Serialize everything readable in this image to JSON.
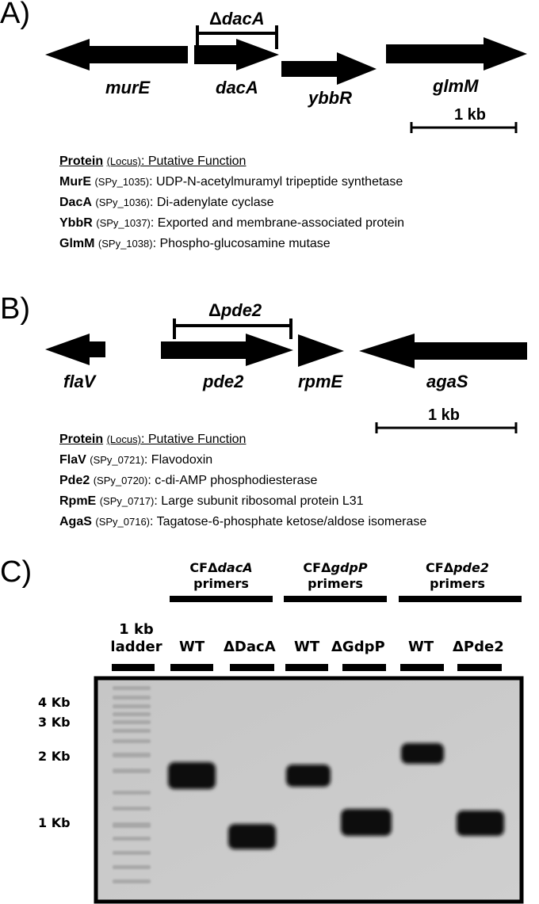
{
  "panelA": {
    "letter": "A)",
    "genes": [
      "murE",
      "dacA",
      "ybbR",
      "glmM"
    ],
    "deletion_prefix": "Δ",
    "deletion_gene": "dacA",
    "scale_label": "1 kb",
    "legend": {
      "header_bold": "Protein",
      "header_locus": "(Locus)",
      "header_rest": ": Putative Function",
      "rows": [
        {
          "protein": "MurE",
          "locus": "(SPy_1035)",
          "function": ": UDP-N-acetylmuramyl tripeptide synthetase"
        },
        {
          "protein": "DacA",
          "locus": "(SPy_1036)",
          "function": ": Di-adenylate cyclase"
        },
        {
          "protein": "YbbR",
          "locus": "(SPy_1037)",
          "function": ": Exported and membrane-associated protein"
        },
        {
          "protein": "GlmM",
          "locus": "(SPy_1038)",
          "function": ": Phospho-glucosamine mutase"
        }
      ]
    }
  },
  "panelB": {
    "letter": "B)",
    "genes": [
      "flaV",
      "pde2",
      "rpmE",
      "agaS"
    ],
    "deletion_prefix": "Δ",
    "deletion_gene": "pde2",
    "scale_label": "1 kb",
    "legend": {
      "header_bold": "Protein",
      "header_locus": "(Locus)",
      "header_rest": ": Putative Function",
      "rows": [
        {
          "protein": "FlaV",
          "locus": "(SPy_0721)",
          "function": ": Flavodoxin"
        },
        {
          "protein": "Pde2",
          "locus": "(SPy_0720)",
          "function": ": c-di-AMP phosphodiesterase"
        },
        {
          "protein": "RpmE",
          "locus": "(SPy_0717)",
          "function": ": Large subunit ribosomal protein L31"
        },
        {
          "protein": "AgaS",
          "locus": "(SPy_0716)",
          "function": ": Tagatose-6-phosphate ketose/aldose isomerase"
        }
      ]
    }
  },
  "panelC": {
    "letter": "C)",
    "primer_groups": [
      {
        "prefix": "CFΔ",
        "gene": "dacA",
        "suffix": "primers"
      },
      {
        "prefix": "CFΔ",
        "gene": "gdpP",
        "suffix": "primers"
      },
      {
        "prefix": "CFΔ",
        "gene": "pde2",
        "suffix": "primers"
      }
    ],
    "ladder_label_1": "1 kb",
    "ladder_label_2": "ladder",
    "lanes": [
      "WT",
      "ΔDacA",
      "WT",
      "ΔGdpP",
      "WT",
      "ΔPde2"
    ],
    "size_markers": [
      "4 Kb",
      "3 Kb",
      "2 Kb",
      "1 Kb"
    ]
  }
}
